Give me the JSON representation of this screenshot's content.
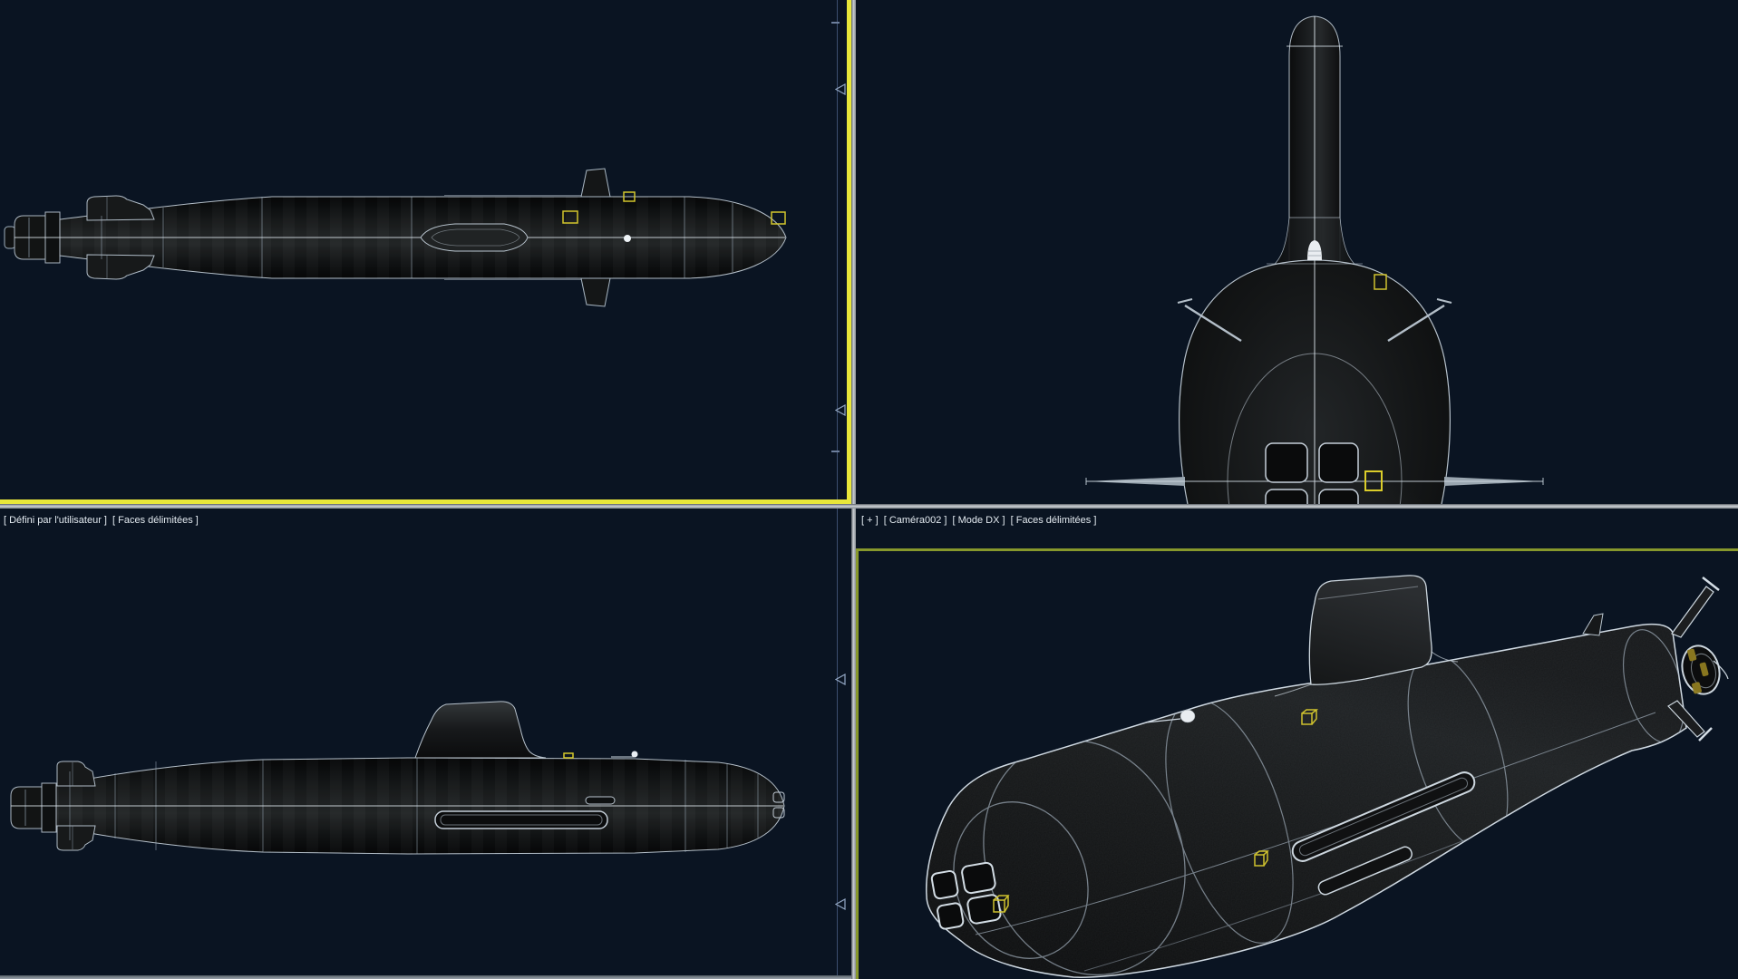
{
  "labels": {
    "bl": [
      "[ Défini par l'utilisateur ]",
      "[ Faces délimitées ]"
    ],
    "br": [
      "[ + ]",
      "[ Caméra002 ]",
      "[ Mode DX ]",
      "[ Faces délimitées ]"
    ]
  },
  "viewports": {
    "top_left": "top orthographic view of submarine",
    "top_right": "front orthographic view of submarine",
    "bottom_left": "user-defined side view of submarine",
    "bottom_right": "Caméra002 perspective view of submarine",
    "active_viewport": "top-left"
  },
  "colors": {
    "background": "#0a1422",
    "active_viewport_border": "#e9e73a",
    "camera_frame": "#87982c",
    "splitter_gray": "#c9cdd2",
    "wireframe": "#9fb0bf",
    "centerline": "#dfe7ee",
    "marker_yellow": "#cfc22e",
    "propulsor_yellow": "#8f7c20",
    "guide_line": "#3c4e6e",
    "hull_dark": "#121415",
    "label_text": "#e4ebf1"
  },
  "icons": {
    "guide_arrow": "left-triangle-outline",
    "helper_marker": "yellow-open-cube",
    "hatch_dome": "white-dome-dot"
  }
}
